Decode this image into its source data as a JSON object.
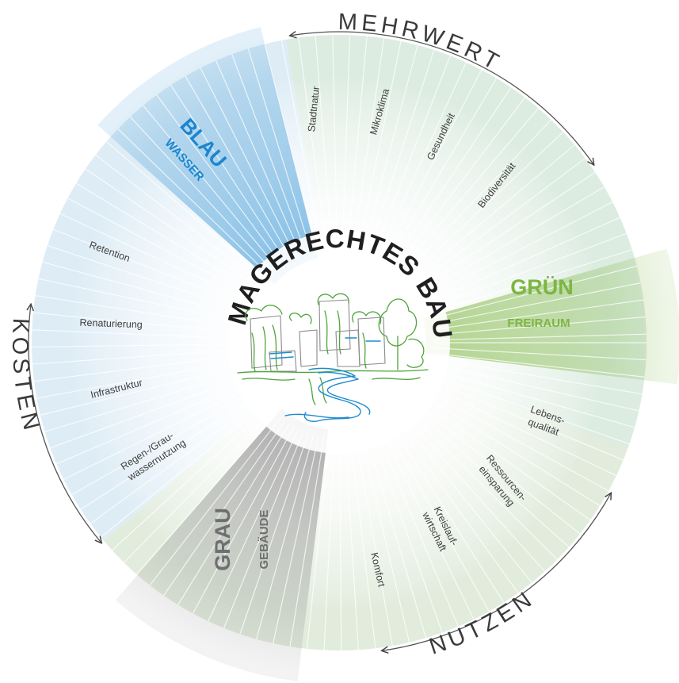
{
  "title": "KLIMAGERECHTES BAUEN",
  "outer_labels": {
    "mehrwert": "MEHRWERT",
    "nutzen": "NUTZEN",
    "kosten": "KOSTEN"
  },
  "sectors": {
    "blau": {
      "title": "BLAU",
      "subtitle": "WASSER",
      "color": "#1a86cf"
    },
    "gruen": {
      "title": "GRÜN",
      "subtitle": "FREIRAUM",
      "color": "#7db541"
    },
    "grau": {
      "title": "GRAU",
      "subtitle": "GEBÄUDE",
      "color": "#777777"
    }
  },
  "mehrwert_items": [
    "Stadtnatur",
    "Mikroklima",
    "Gesundheit",
    "Biodiversität"
  ],
  "nutzen_items": {
    "lebensqualitaet": [
      "Lebens-",
      "qualität"
    ],
    "ressourceneinsparung": [
      "Ressourcen-",
      "einsparung"
    ],
    "kreislaufwirtschaft": [
      "Kreislauf-",
      "wirtschaft"
    ],
    "komfort": "Komfort"
  },
  "kosten_items": {
    "retention": "Retention",
    "renaturierung": "Renaturierung",
    "infrastruktur": "Infrastruktur",
    "regenwasser": [
      "Regen-/Grau-",
      "wassernutzung"
    ]
  },
  "icons": [
    "city-river-sketch-icon",
    "cycle-arrow-icon"
  ],
  "colors": {
    "blue": "#1a86cf",
    "green": "#7db541",
    "grey": "#777777",
    "text": "#3a3a3a"
  }
}
